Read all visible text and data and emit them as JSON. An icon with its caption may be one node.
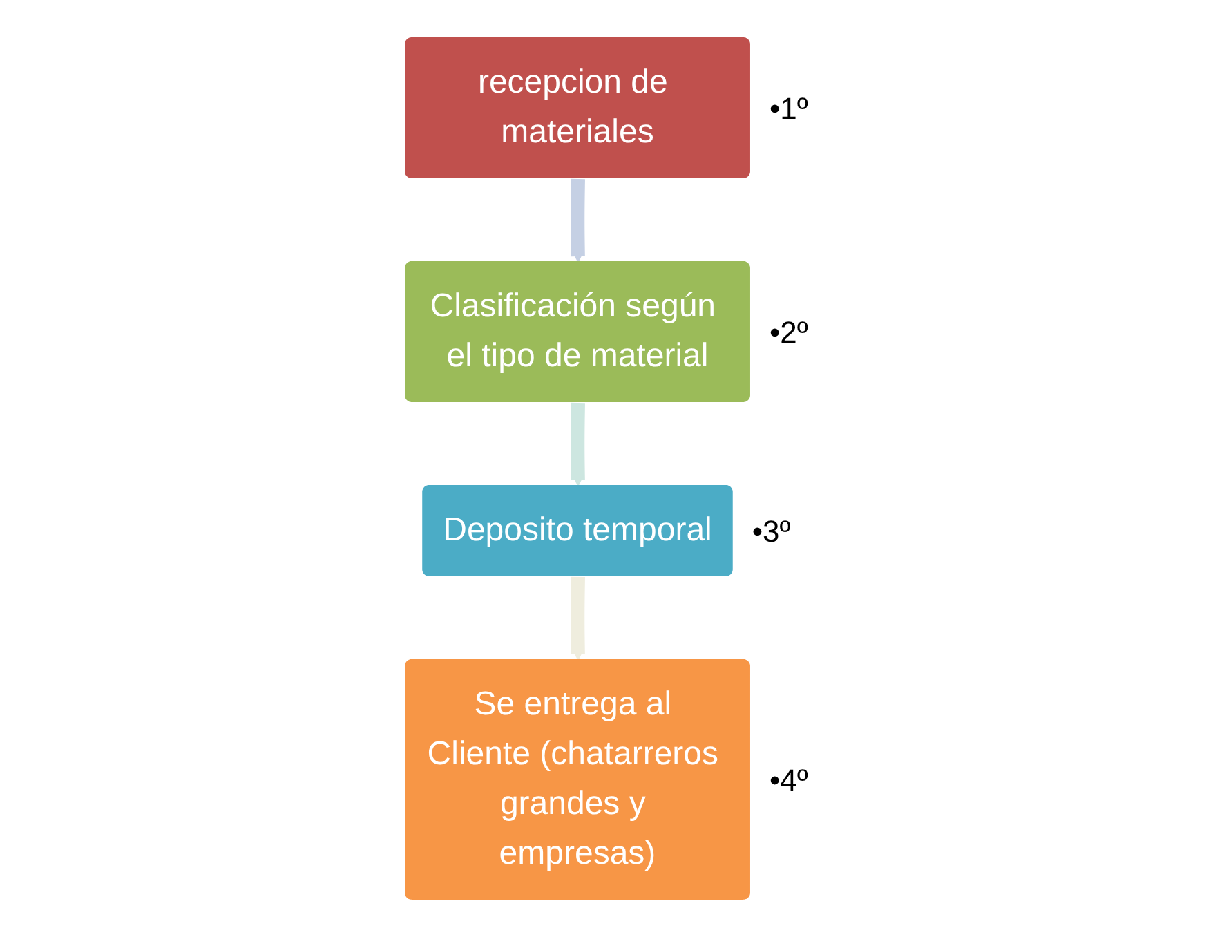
{
  "diagram": {
    "nodes": [
      {
        "text": [
          "recepcion de materiales"
        ],
        "beside": [
          "•1º"
        ]
      },
      {
        "text": [
          "Clasificación según el tipo de material"
        ],
        "beside": [
          "•2º"
        ]
      },
      {
        "text": [
          "Deposito temporal"
        ],
        "beside": [
          "•3º"
        ]
      },
      {
        "text": [
          "Se entrega al Cliente (chatarreros grandes y empresas)"
        ],
        "beside": [
          "•4º"
        ]
      }
    ],
    "edges": [
      {
        "from": 0,
        "to": 1,
        "arrow": "to",
        "color": "#c5d0e4"
      },
      {
        "from": 1,
        "to": 2,
        "arrow": "to",
        "color": "#cde6e0"
      },
      {
        "from": 2,
        "to": 3,
        "arrow": "to",
        "color": "#efedde"
      }
    ]
  }
}
